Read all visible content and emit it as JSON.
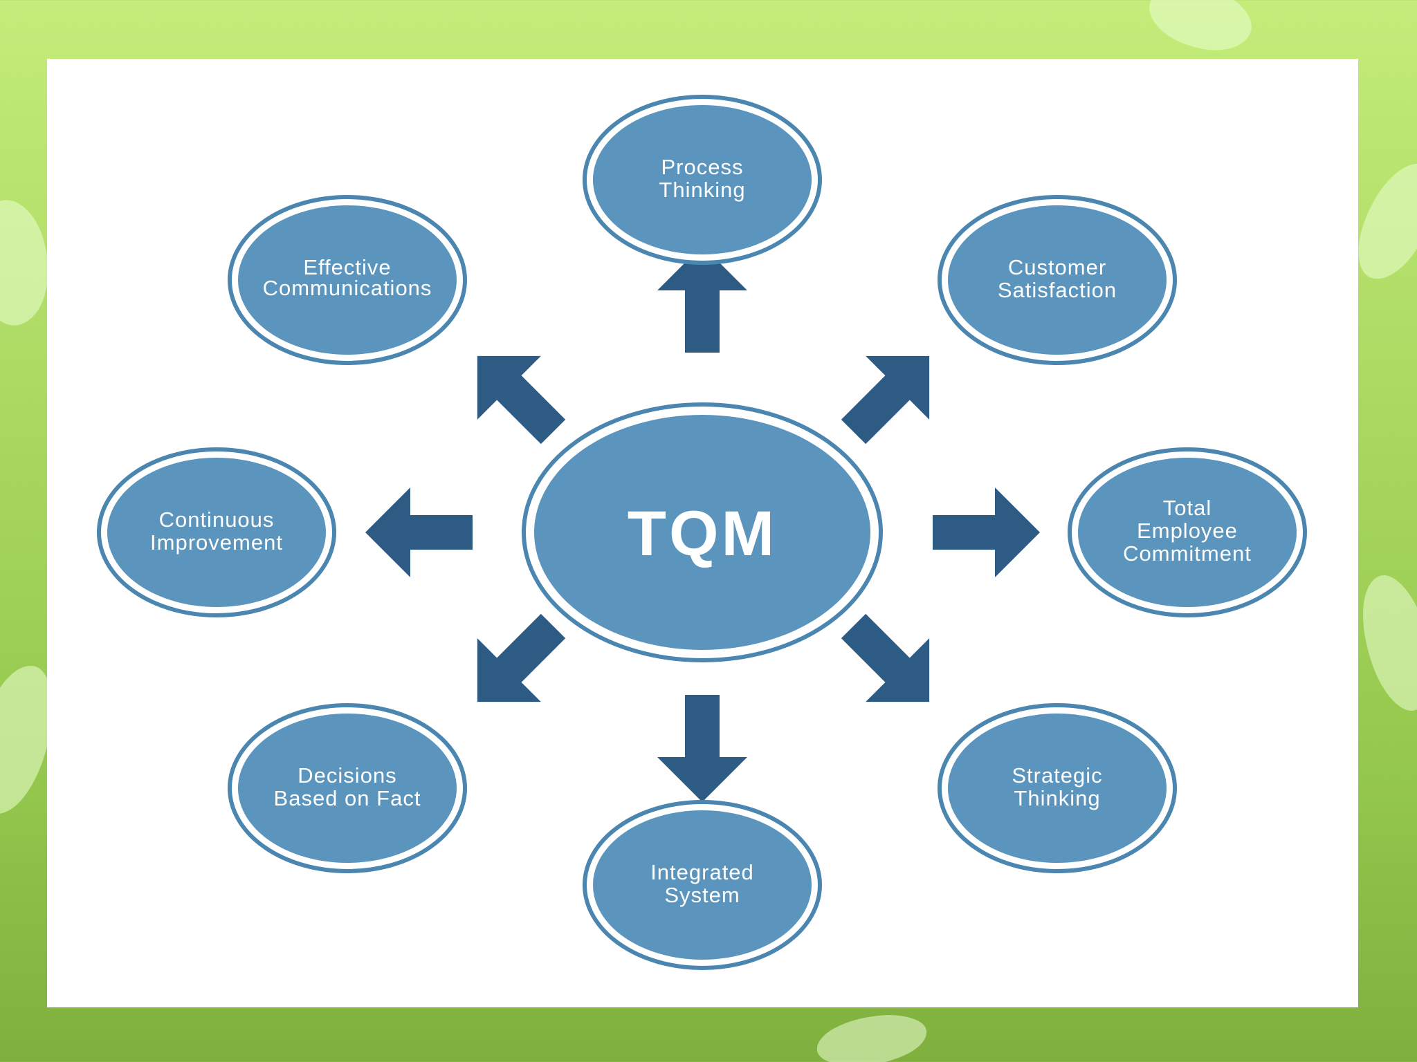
{
  "diagram": {
    "center": {
      "label": "TQM"
    },
    "nodes": {
      "process_thinking": [
        "Process",
        "Thinking"
      ],
      "customer_satisfaction": [
        "Customer",
        "Satisfaction"
      ],
      "total_employee_commitment": [
        "Total",
        "Employee",
        "Commitment"
      ],
      "strategic_thinking": [
        "Strategic",
        "Thinking"
      ],
      "integrated_system": [
        "Integrated",
        "System"
      ],
      "decisions_based_on_fact": [
        "Decisions",
        "Based on Fact"
      ],
      "continuous_improvement": [
        "Continuous",
        "Improvement"
      ],
      "effective_communications": [
        "Effective",
        "Communications"
      ]
    },
    "colors": {
      "node_fill": "#5b95bd",
      "node_ring": "#4a86b0",
      "arrow": "#2d5b84",
      "panel": "#ffffff",
      "background": "#a9d860"
    }
  }
}
